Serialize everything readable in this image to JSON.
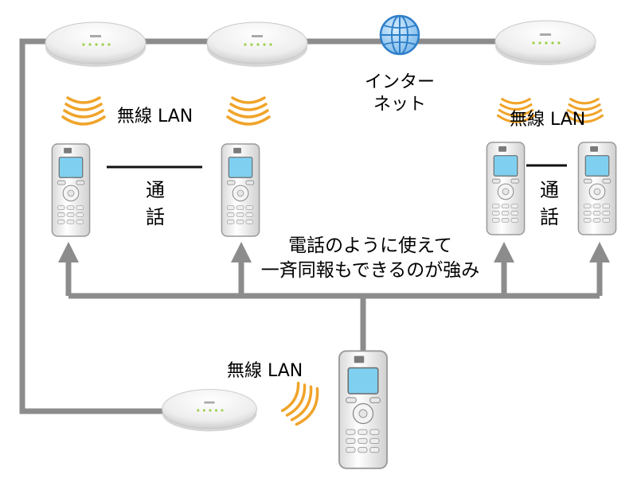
{
  "labels": {
    "wireless_lan": "無線 LAN",
    "call": [
      "通",
      "話"
    ],
    "internet": [
      "インター",
      "ネット"
    ],
    "caption": [
      "電話のように使えて",
      "一斉同報もできるのが強み"
    ]
  },
  "colors": {
    "line": "#8c8c8c",
    "wave": "#f0a42a",
    "handset_screen": "#7fd0f0",
    "globe": "#2e7fc8"
  },
  "icons": [
    "access-point-icon",
    "handset-icon",
    "globe-icon",
    "wireless-wave-icon",
    "arrow-up-icon"
  ]
}
